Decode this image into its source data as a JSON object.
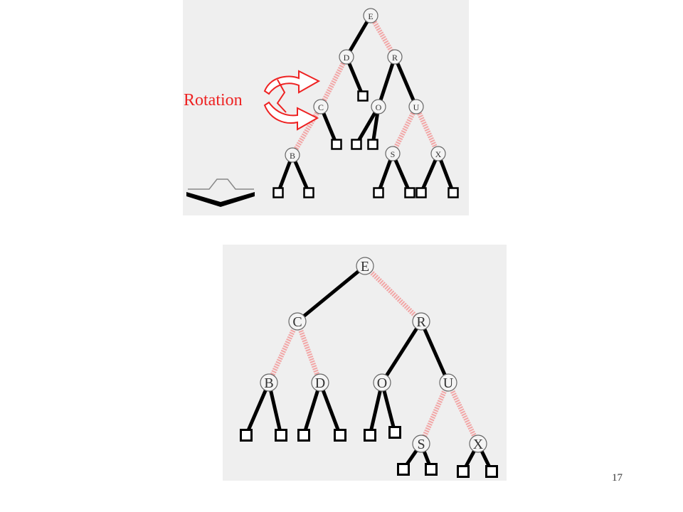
{
  "slide": {
    "page_number": "17",
    "rotation_label": "Rotation"
  },
  "colors": {
    "panel_bg": "#efefef",
    "red_link": "#f2a5a5",
    "black_link": "#000000",
    "highlight_ring": "#22cc22",
    "rotation_text": "#ee2222"
  },
  "diagram_before": {
    "nodes": [
      {
        "id": "E",
        "label": "E"
      },
      {
        "id": "D",
        "label": "D"
      },
      {
        "id": "R",
        "label": "R"
      },
      {
        "id": "C",
        "label": "C"
      },
      {
        "id": "O",
        "label": "O"
      },
      {
        "id": "U",
        "label": "U"
      },
      {
        "id": "B",
        "label": "B",
        "highlighted": true
      },
      {
        "id": "S",
        "label": "S"
      },
      {
        "id": "X",
        "label": "X"
      }
    ],
    "edges": [
      {
        "from": "E",
        "to": "D",
        "color": "black"
      },
      {
        "from": "E",
        "to": "R",
        "color": "red"
      },
      {
        "from": "D",
        "to": "C",
        "color": "red"
      },
      {
        "from": "D",
        "to": "leaf",
        "color": "black"
      },
      {
        "from": "R",
        "to": "O",
        "color": "black"
      },
      {
        "from": "R",
        "to": "U",
        "color": "black"
      },
      {
        "from": "C",
        "to": "B",
        "color": "red"
      },
      {
        "from": "C",
        "to": "leaf",
        "color": "black"
      },
      {
        "from": "O",
        "to": "leaf",
        "color": "black"
      },
      {
        "from": "O",
        "to": "leaf",
        "color": "black"
      },
      {
        "from": "U",
        "to": "S",
        "color": "red"
      },
      {
        "from": "U",
        "to": "X",
        "color": "red"
      },
      {
        "from": "B",
        "to": "leaf",
        "color": "black"
      },
      {
        "from": "B",
        "to": "leaf",
        "color": "black"
      },
      {
        "from": "S",
        "to": "leaf",
        "color": "black"
      },
      {
        "from": "S",
        "to": "leaf",
        "color": "black"
      },
      {
        "from": "X",
        "to": "leaf",
        "color": "black"
      },
      {
        "from": "X",
        "to": "leaf",
        "color": "black"
      }
    ]
  },
  "diagram_after": {
    "nodes": [
      {
        "id": "E",
        "label": "E"
      },
      {
        "id": "C",
        "label": "C"
      },
      {
        "id": "R",
        "label": "R"
      },
      {
        "id": "B",
        "label": "B",
        "highlighted": true
      },
      {
        "id": "D",
        "label": "D"
      },
      {
        "id": "O",
        "label": "O"
      },
      {
        "id": "U",
        "label": "U"
      },
      {
        "id": "S",
        "label": "S"
      },
      {
        "id": "X",
        "label": "X"
      }
    ],
    "edges": [
      {
        "from": "E",
        "to": "C",
        "color": "black"
      },
      {
        "from": "E",
        "to": "R",
        "color": "red"
      },
      {
        "from": "C",
        "to": "B",
        "color": "red"
      },
      {
        "from": "C",
        "to": "D",
        "color": "red"
      },
      {
        "from": "R",
        "to": "O",
        "color": "black"
      },
      {
        "from": "R",
        "to": "U",
        "color": "black"
      },
      {
        "from": "B",
        "to": "leaf",
        "color": "black"
      },
      {
        "from": "B",
        "to": "leaf",
        "color": "black"
      },
      {
        "from": "D",
        "to": "leaf",
        "color": "black"
      },
      {
        "from": "D",
        "to": "leaf",
        "color": "black"
      },
      {
        "from": "O",
        "to": "leaf",
        "color": "black"
      },
      {
        "from": "O",
        "to": "leaf",
        "color": "black"
      },
      {
        "from": "U",
        "to": "S",
        "color": "red"
      },
      {
        "from": "U",
        "to": "X",
        "color": "red"
      },
      {
        "from": "S",
        "to": "leaf",
        "color": "black"
      },
      {
        "from": "S",
        "to": "leaf",
        "color": "black"
      },
      {
        "from": "X",
        "to": "leaf",
        "color": "black"
      },
      {
        "from": "X",
        "to": "leaf",
        "color": "black"
      }
    ]
  }
}
